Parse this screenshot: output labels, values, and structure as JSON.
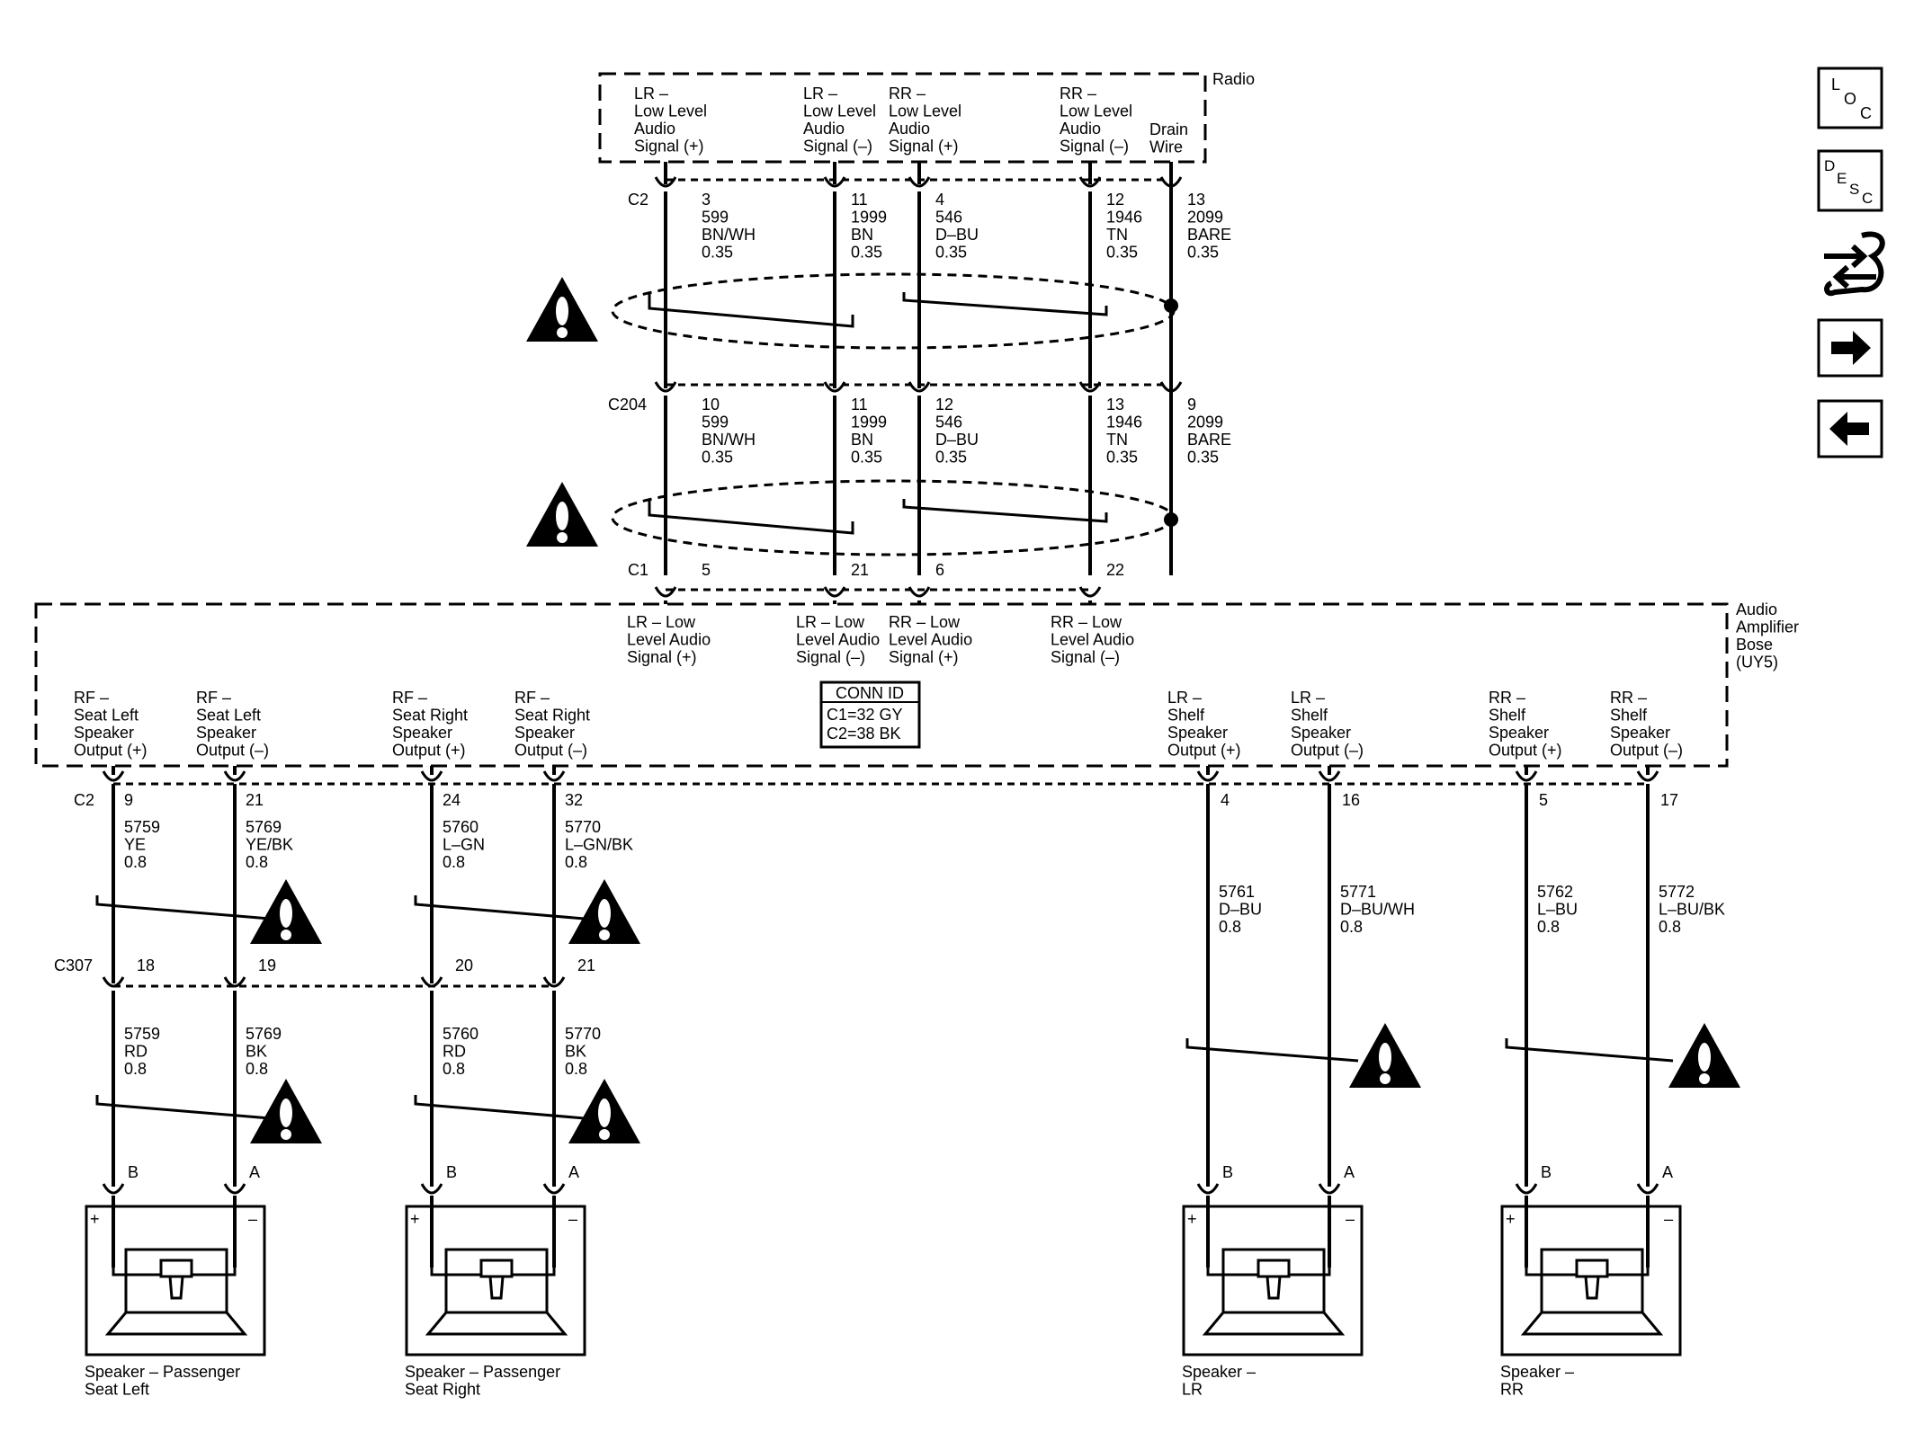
{
  "radio": {
    "title": "Radio",
    "pins": [
      {
        "lines": [
          "LR –",
          "Low Level",
          "Audio",
          "Signal (+)"
        ]
      },
      {
        "lines": [
          "LR –",
          "Low Level",
          "Audio",
          "Signal (–)"
        ]
      },
      {
        "lines": [
          "RR –",
          "Low Level",
          "Audio",
          "Signal (+)"
        ]
      },
      {
        "lines": [
          "RR –",
          "Low Level",
          "Audio",
          "Signal (–)"
        ]
      },
      {
        "lines": [
          "Drain",
          "Wire"
        ]
      }
    ]
  },
  "c2_upper": {
    "connector": "C2",
    "wires": [
      {
        "pin": "3",
        "circuit": "599",
        "color": "BN/WH",
        "gauge": "0.35"
      },
      {
        "pin": "11",
        "circuit": "1999",
        "color": "BN",
        "gauge": "0.35"
      },
      {
        "pin": "4",
        "circuit": "546",
        "color": "D–BU",
        "gauge": "0.35"
      },
      {
        "pin": "12",
        "circuit": "1946",
        "color": "TN",
        "gauge": "0.35"
      },
      {
        "pin": "13",
        "circuit": "2099",
        "color": "BARE",
        "gauge": "0.35"
      }
    ]
  },
  "c204": {
    "connector": "C204",
    "wires": [
      {
        "pin": "10",
        "circuit": "599",
        "color": "BN/WH",
        "gauge": "0.35"
      },
      {
        "pin": "11",
        "circuit": "1999",
        "color": "BN",
        "gauge": "0.35"
      },
      {
        "pin": "12",
        "circuit": "546",
        "color": "D–BU",
        "gauge": "0.35"
      },
      {
        "pin": "13",
        "circuit": "1946",
        "color": "TN",
        "gauge": "0.35"
      },
      {
        "pin": "9",
        "circuit": "2099",
        "color": "BARE",
        "gauge": "0.35"
      }
    ]
  },
  "c1": {
    "connector": "C1",
    "pins": [
      "5",
      "21",
      "6",
      "22"
    ]
  },
  "amplifier": {
    "title_lines": [
      "Audio",
      "Amplifier",
      "Bose",
      "(UY5)"
    ],
    "inputs": [
      {
        "lines": [
          "LR – Low",
          "Level Audio",
          "Signal (+)"
        ]
      },
      {
        "lines": [
          "LR – Low",
          "Level Audio",
          "Signal (–)"
        ]
      },
      {
        "lines": [
          "RR – Low",
          "Level Audio",
          "Signal (+)"
        ]
      },
      {
        "lines": [
          "RR – Low",
          "Level Audio",
          "Signal (–)"
        ]
      }
    ],
    "conn_id": {
      "title": "CONN ID",
      "lines": [
        "C1=32 GY",
        "C2=38 BK"
      ]
    },
    "outputs": [
      {
        "lines": [
          "RF –",
          "Seat Left",
          "Speaker",
          "Output (+)"
        ]
      },
      {
        "lines": [
          "RF –",
          "Seat Left",
          "Speaker",
          "Output (–)"
        ]
      },
      {
        "lines": [
          "RF –",
          "Seat Right",
          "Speaker",
          "Output (+)"
        ]
      },
      {
        "lines": [
          "RF –",
          "Seat Right",
          "Speaker",
          "Output (–)"
        ]
      },
      {
        "lines": [
          "LR –",
          "Shelf",
          "Speaker",
          "Output (+)"
        ]
      },
      {
        "lines": [
          "LR –",
          "Shelf",
          "Speaker",
          "Output (–)"
        ]
      },
      {
        "lines": [
          "RR –",
          "Shelf",
          "Speaker",
          "Output (+)"
        ]
      },
      {
        "lines": [
          "RR –",
          "Shelf",
          "Speaker",
          "Output (–)"
        ]
      }
    ]
  },
  "c2_lower": {
    "connector": "C2",
    "wires": [
      {
        "pin": "9",
        "circuit": "5759",
        "color": "YE",
        "gauge": "0.8"
      },
      {
        "pin": "21",
        "circuit": "5769",
        "color": "YE/BK",
        "gauge": "0.8"
      },
      {
        "pin": "24",
        "circuit": "5760",
        "color": "L–GN",
        "gauge": "0.8"
      },
      {
        "pin": "32",
        "circuit": "5770",
        "color": "L–GN/BK",
        "gauge": "0.8"
      },
      {
        "pin": "4",
        "circuit": "5761",
        "color": "D–BU",
        "gauge": "0.8"
      },
      {
        "pin": "16",
        "circuit": "5771",
        "color": "D–BU/WH",
        "gauge": "0.8"
      },
      {
        "pin": "5",
        "circuit": "5762",
        "color": "L–BU",
        "gauge": "0.8"
      },
      {
        "pin": "17",
        "circuit": "5772",
        "color": "L–BU/BK",
        "gauge": "0.8"
      }
    ]
  },
  "c307": {
    "connector": "C307",
    "wires": [
      {
        "pin": "18",
        "circuit": "5759",
        "color": "RD",
        "gauge": "0.8"
      },
      {
        "pin": "19",
        "circuit": "5769",
        "color": "BK",
        "gauge": "0.8"
      },
      {
        "pin": "20",
        "circuit": "5760",
        "color": "RD",
        "gauge": "0.8"
      },
      {
        "pin": "21",
        "circuit": "5770",
        "color": "BK",
        "gauge": "0.8"
      }
    ]
  },
  "speakers": [
    {
      "name_lines": [
        "Speaker – Passenger",
        "Seat Left"
      ],
      "pin_plus": "B",
      "pin_minus": "A"
    },
    {
      "name_lines": [
        "Speaker – Passenger",
        "Seat Right"
      ],
      "pin_plus": "B",
      "pin_minus": "A"
    },
    {
      "name_lines": [
        "Speaker –",
        "LR"
      ],
      "pin_plus": "B",
      "pin_minus": "A"
    },
    {
      "name_lines": [
        "Speaker –",
        "RR"
      ],
      "pin_plus": "B",
      "pin_minus": "A"
    }
  ],
  "polarity": {
    "plus": "+",
    "minus": "–"
  },
  "nav": {
    "loc": [
      "L",
      "O",
      "C"
    ],
    "desc": [
      "D",
      "E",
      "S",
      "C"
    ],
    "icons": [
      "wrench-arrows-icon",
      "arrow-right-icon",
      "arrow-left-icon"
    ]
  }
}
